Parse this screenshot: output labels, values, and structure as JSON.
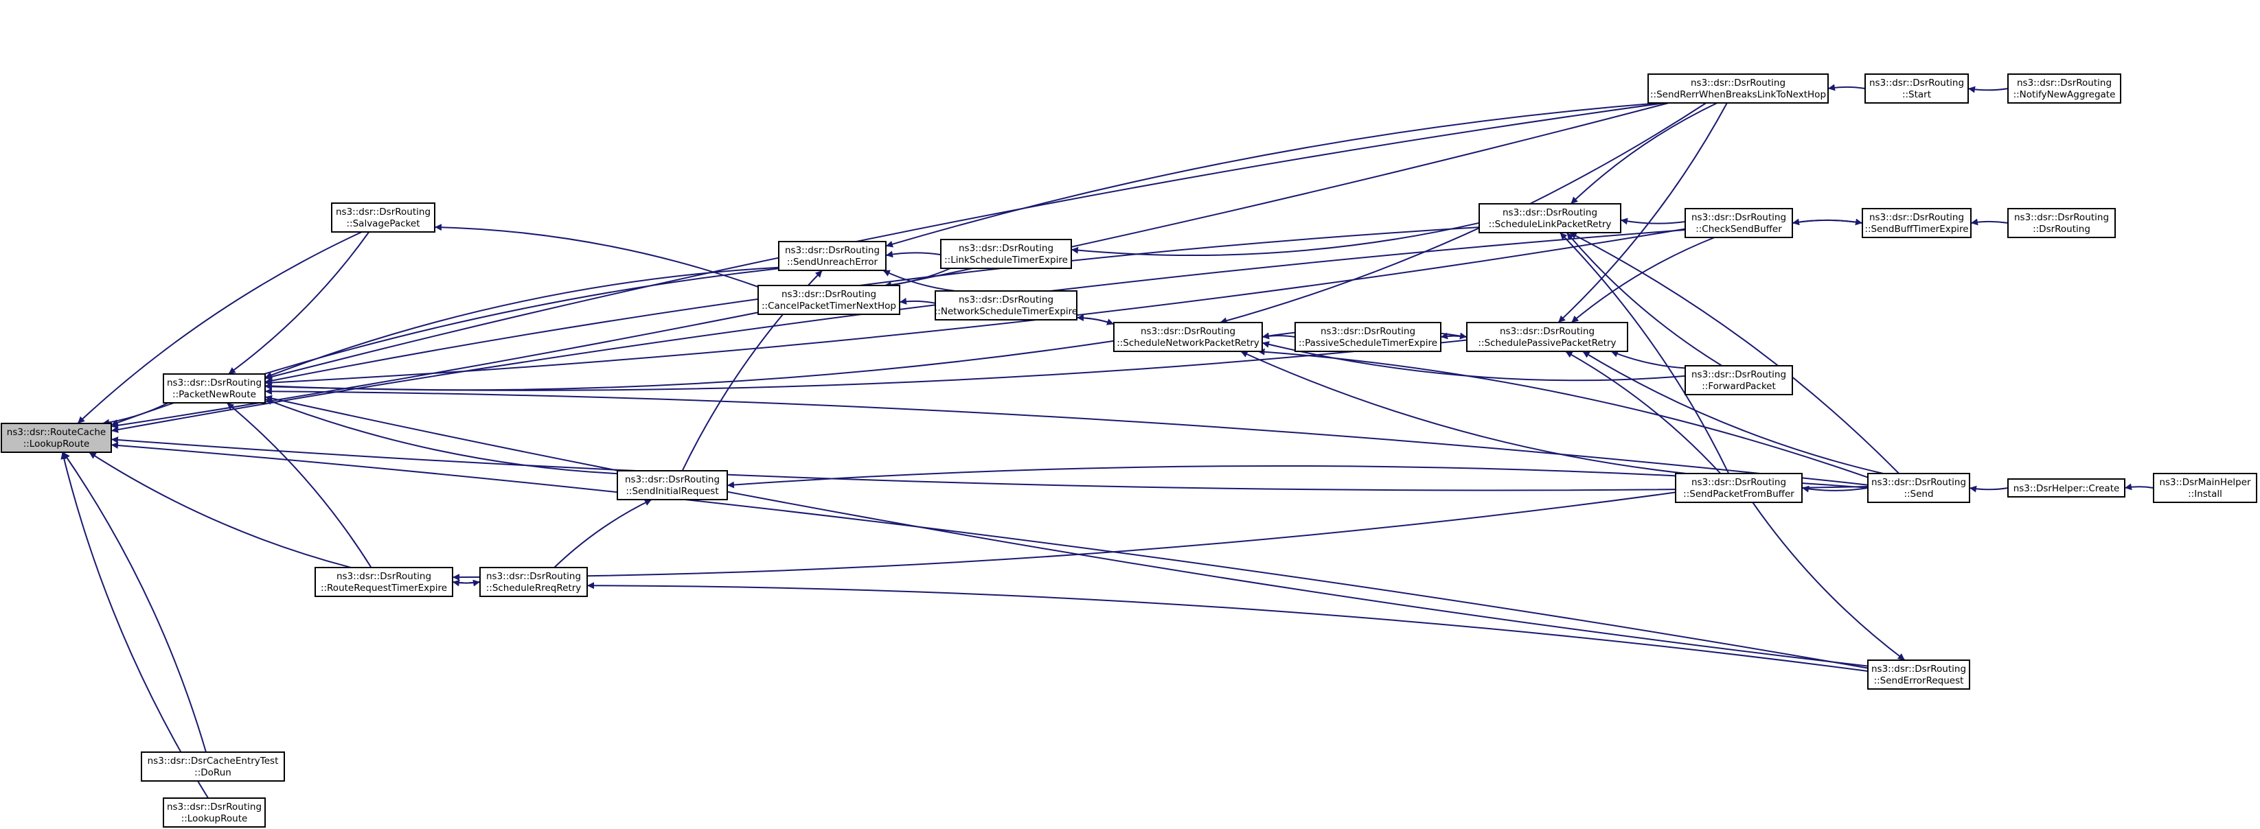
{
  "graph": {
    "nodes": [
      {
        "id": "route_cache_lookup",
        "line1": "ns3::dsr::RouteCache",
        "line2": "::LookupRoute",
        "root": true
      },
      {
        "id": "packet_new_route",
        "line1": "ns3::dsr::DsrRouting",
        "line2": "::PacketNewRoute"
      },
      {
        "id": "salvage_packet",
        "line1": "ns3::dsr::DsrRouting",
        "line2": "::SalvagePacket"
      },
      {
        "id": "route_request_timer_expire",
        "line1": "ns3::dsr::DsrRouting",
        "line2": "::RouteRequestTimerExpire"
      },
      {
        "id": "cache_entry_test_dorun",
        "line1": "ns3::dsr::DsrCacheEntryTest",
        "line2": "::DoRun"
      },
      {
        "id": "dsr_lookup_route",
        "line1": "ns3::dsr::DsrRouting",
        "line2": "::LookupRoute"
      },
      {
        "id": "schedule_req_retry",
        "line1": "ns3::dsr::DsrRouting",
        "line2": "::ScheduleRreqRetry"
      },
      {
        "id": "send_initial_request",
        "line1": "ns3::dsr::DsrRouting",
        "line2": "::SendInitialRequest"
      },
      {
        "id": "send_unreach_error",
        "line1": "ns3::dsr::DsrRouting",
        "line2": "::SendUnreachError"
      },
      {
        "id": "cancel_packet_timer_next_hop",
        "line1": "ns3::dsr::DsrRouting",
        "line2": "::CancelPacketTimerNextHop"
      },
      {
        "id": "link_schedule_timer_expire",
        "line1": "ns3::dsr::DsrRouting",
        "line2": "::LinkScheduleTimerExpire"
      },
      {
        "id": "network_schedule_timer_expire",
        "line1": "ns3::dsr::DsrRouting",
        "line2": "::NetworkScheduleTimerExpire"
      },
      {
        "id": "schedule_network_packet_retry",
        "line1": "ns3::dsr::DsrRouting",
        "line2": "::ScheduleNetworkPacketRetry"
      },
      {
        "id": "passive_schedule_timer_expire",
        "line1": "ns3::dsr::DsrRouting",
        "line2": "::PassiveScheduleTimerExpire"
      },
      {
        "id": "schedule_link_packet_retry",
        "line1": "ns3::dsr::DsrRouting",
        "line2": "::ScheduleLinkPacketRetry"
      },
      {
        "id": "schedule_passive_packet_retry",
        "line1": "ns3::dsr::DsrRouting",
        "line2": "::SchedulePassivePacketRetry"
      },
      {
        "id": "send_rerr_when_breaks",
        "line1": "ns3::dsr::DsrRouting",
        "line2": "::SendRerrWhenBreaksLinkToNextHop"
      },
      {
        "id": "check_send_buffer",
        "line1": "ns3::dsr::DsrRouting",
        "line2": "::CheckSendBuffer"
      },
      {
        "id": "forward_packet",
        "line1": "ns3::dsr::DsrRouting",
        "line2": "::ForwardPacket"
      },
      {
        "id": "send_packet_from_buffer",
        "line1": "ns3::dsr::DsrRouting",
        "line2": "::SendPacketFromBuffer"
      },
      {
        "id": "send_error_request",
        "line1": "ns3::dsr::DsrRouting",
        "line2": "::SendErrorRequest"
      },
      {
        "id": "start",
        "line1": "ns3::dsr::DsrRouting",
        "line2": "::Start"
      },
      {
        "id": "notify_new_aggregate",
        "line1": "ns3::dsr::DsrRouting",
        "line2": "::NotifyNewAggregate"
      },
      {
        "id": "send_buff_timer_expire",
        "line1": "ns3::dsr::DsrRouting",
        "line2": "::SendBuffTimerExpire"
      },
      {
        "id": "dsr_routing_ctor",
        "line1": "ns3::dsr::DsrRouting",
        "line2": "::DsrRouting"
      },
      {
        "id": "send",
        "line1": "ns3::dsr::DsrRouting",
        "line2": "::Send"
      },
      {
        "id": "dsr_helper_create",
        "line1": "ns3::DsrHelper::Create",
        "line2": ""
      },
      {
        "id": "dsr_main_helper_install",
        "line1": "ns3::DsrMainHelper",
        "line2": "::Install"
      }
    ],
    "edges": [
      {
        "from": "packet_new_route",
        "to": "route_cache_lookup"
      },
      {
        "from": "salvage_packet",
        "to": "route_cache_lookup"
      },
      {
        "from": "route_request_timer_expire",
        "to": "route_cache_lookup"
      },
      {
        "from": "cache_entry_test_dorun",
        "to": "route_cache_lookup"
      },
      {
        "from": "dsr_lookup_route",
        "to": "route_cache_lookup"
      },
      {
        "from": "send_unreach_error",
        "to": "route_cache_lookup"
      },
      {
        "from": "send_rerr_when_breaks",
        "to": "route_cache_lookup"
      },
      {
        "from": "check_send_buffer",
        "to": "route_cache_lookup"
      },
      {
        "from": "send",
        "to": "route_cache_lookup"
      },
      {
        "from": "send_error_request",
        "to": "route_cache_lookup"
      },
      {
        "from": "salvage_packet",
        "to": "packet_new_route"
      },
      {
        "from": "route_request_timer_expire",
        "to": "packet_new_route"
      },
      {
        "from": "send_initial_request",
        "to": "packet_new_route"
      },
      {
        "from": "send_unreach_error",
        "to": "packet_new_route"
      },
      {
        "from": "schedule_network_packet_retry",
        "to": "packet_new_route"
      },
      {
        "from": "schedule_link_packet_retry",
        "to": "packet_new_route"
      },
      {
        "from": "schedule_passive_packet_retry",
        "to": "packet_new_route"
      },
      {
        "from": "send_rerr_when_breaks",
        "to": "packet_new_route"
      },
      {
        "from": "check_send_buffer",
        "to": "packet_new_route"
      },
      {
        "from": "send",
        "to": "packet_new_route"
      },
      {
        "from": "send_error_request",
        "to": "packet_new_route"
      },
      {
        "from": "cancel_packet_timer_next_hop",
        "to": "salvage_packet"
      },
      {
        "from": "schedule_req_retry",
        "to": "route_request_timer_expire"
      },
      {
        "from": "route_request_timer_expire",
        "to": "schedule_req_retry"
      },
      {
        "from": "send_packet_from_buffer",
        "to": "route_request_timer_expire"
      },
      {
        "from": "send_error_request",
        "to": "schedule_req_retry"
      },
      {
        "from": "schedule_req_retry",
        "to": "send_initial_request"
      },
      {
        "from": "send",
        "to": "send_initial_request"
      },
      {
        "from": "send_initial_request",
        "to": "send_unreach_error"
      },
      {
        "from": "link_schedule_timer_expire",
        "to": "send_unreach_error"
      },
      {
        "from": "network_schedule_timer_expire",
        "to": "send_unreach_error"
      },
      {
        "from": "send_rerr_when_breaks",
        "to": "send_unreach_error"
      },
      {
        "from": "link_schedule_timer_expire",
        "to": "cancel_packet_timer_next_hop"
      },
      {
        "from": "network_schedule_timer_expire",
        "to": "cancel_packet_timer_next_hop"
      },
      {
        "from": "schedule_link_packet_retry",
        "to": "link_schedule_timer_expire"
      },
      {
        "from": "schedule_network_packet_retry",
        "to": "network_schedule_timer_expire"
      },
      {
        "from": "network_schedule_timer_expire",
        "to": "schedule_network_packet_retry"
      },
      {
        "from": "passive_schedule_timer_expire",
        "to": "schedule_network_packet_retry"
      },
      {
        "from": "send_rerr_when_breaks",
        "to": "schedule_network_packet_retry"
      },
      {
        "from": "schedule_passive_packet_retry",
        "to": "schedule_network_packet_retry"
      },
      {
        "from": "send_packet_from_buffer",
        "to": "schedule_network_packet_retry"
      },
      {
        "from": "send",
        "to": "schedule_network_packet_retry"
      },
      {
        "from": "forward_packet",
        "to": "schedule_network_packet_retry"
      },
      {
        "from": "schedule_passive_packet_retry",
        "to": "passive_schedule_timer_expire"
      },
      {
        "from": "passive_schedule_timer_expire",
        "to": "schedule_passive_packet_retry"
      },
      {
        "from": "send_rerr_when_breaks",
        "to": "schedule_link_packet_retry"
      },
      {
        "from": "check_send_buffer",
        "to": "schedule_link_packet_retry"
      },
      {
        "from": "send_packet_from_buffer",
        "to": "schedule_link_packet_retry"
      },
      {
        "from": "forward_packet",
        "to": "schedule_link_packet_retry"
      },
      {
        "from": "send",
        "to": "schedule_link_packet_retry"
      },
      {
        "from": "send_rerr_when_breaks",
        "to": "schedule_passive_packet_retry"
      },
      {
        "from": "check_send_buffer",
        "to": "schedule_passive_packet_retry"
      },
      {
        "from": "forward_packet",
        "to": "schedule_passive_packet_retry"
      },
      {
        "from": "send_packet_from_buffer",
        "to": "schedule_passive_packet_retry"
      },
      {
        "from": "send",
        "to": "schedule_passive_packet_retry"
      },
      {
        "from": "start",
        "to": "send_rerr_when_breaks"
      },
      {
        "from": "notify_new_aggregate",
        "to": "start"
      },
      {
        "from": "send_buff_timer_expire",
        "to": "check_send_buffer"
      },
      {
        "from": "check_send_buffer",
        "to": "send_buff_timer_expire"
      },
      {
        "from": "dsr_routing_ctor",
        "to": "send_buff_timer_expire"
      },
      {
        "from": "send",
        "to": "send_packet_from_buffer"
      },
      {
        "from": "send_packet_from_buffer",
        "to": "send_error_request"
      },
      {
        "from": "dsr_helper_create",
        "to": "send"
      },
      {
        "from": "dsr_main_helper_install",
        "to": "dsr_helper_create"
      }
    ]
  }
}
